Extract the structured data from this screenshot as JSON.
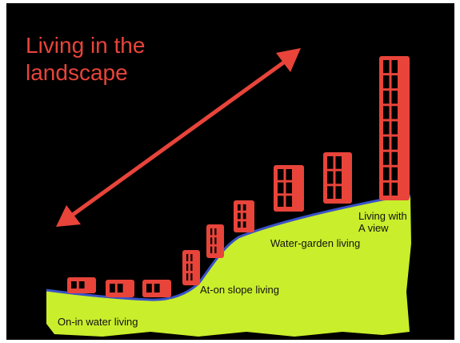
{
  "title": {
    "line1": "Living in the",
    "line2": "landscape"
  },
  "labels": {
    "water": "On-in water living",
    "slope": "At-on slope living",
    "garden": "Water-garden living",
    "view_line1": "Living with",
    "view_line2": "A view"
  },
  "colors": {
    "background": "#000000",
    "accent": "#e8443a",
    "ground": "#c9ee2c",
    "water": "#3a52c8",
    "building": "#e8443a",
    "window": "#000000"
  },
  "icons": {
    "arrow": "double-headed-arrow",
    "building": "building-block"
  }
}
